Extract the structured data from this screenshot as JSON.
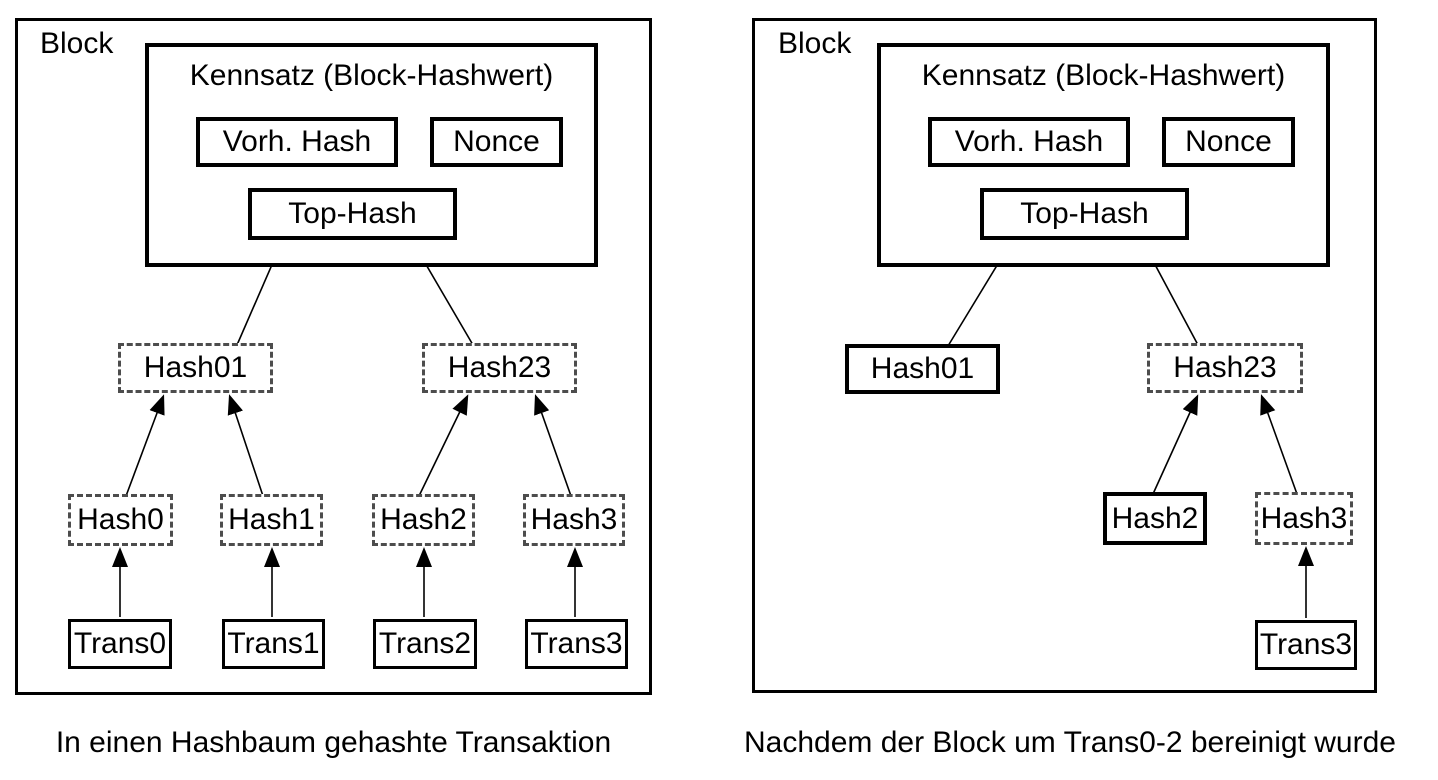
{
  "figure": {
    "background_color": "#ffffff",
    "ink_color": "#000000",
    "dashed_border_color": "#4d4d4d",
    "panels": [
      {
        "block_label": "Block",
        "kennsatz": {
          "title": "Kennsatz (Block-Hashwert)",
          "vorh_hash": "Vorh. Hash",
          "nonce": "Nonce",
          "top_hash": "Top-Hash"
        },
        "nodes": {
          "hash01": "Hash01",
          "hash23": "Hash23",
          "hash0": "Hash0",
          "hash1": "Hash1",
          "hash2": "Hash2",
          "hash3": "Hash3",
          "trans0": "Trans0",
          "trans1": "Trans1",
          "trans2": "Trans2",
          "trans3": "Trans3"
        },
        "caption": "In einen Hashbaum gehashte Transaktion"
      },
      {
        "block_label": "Block",
        "kennsatz": {
          "title": "Kennsatz (Block-Hashwert)",
          "vorh_hash": "Vorh. Hash",
          "nonce": "Nonce",
          "top_hash": "Top-Hash"
        },
        "nodes": {
          "hash01": "Hash01",
          "hash23": "Hash23",
          "hash2": "Hash2",
          "hash3": "Hash3",
          "trans3": "Trans3"
        },
        "caption": "Nachdem der Block um Trans0-2 bereinigt wurde"
      }
    ]
  }
}
